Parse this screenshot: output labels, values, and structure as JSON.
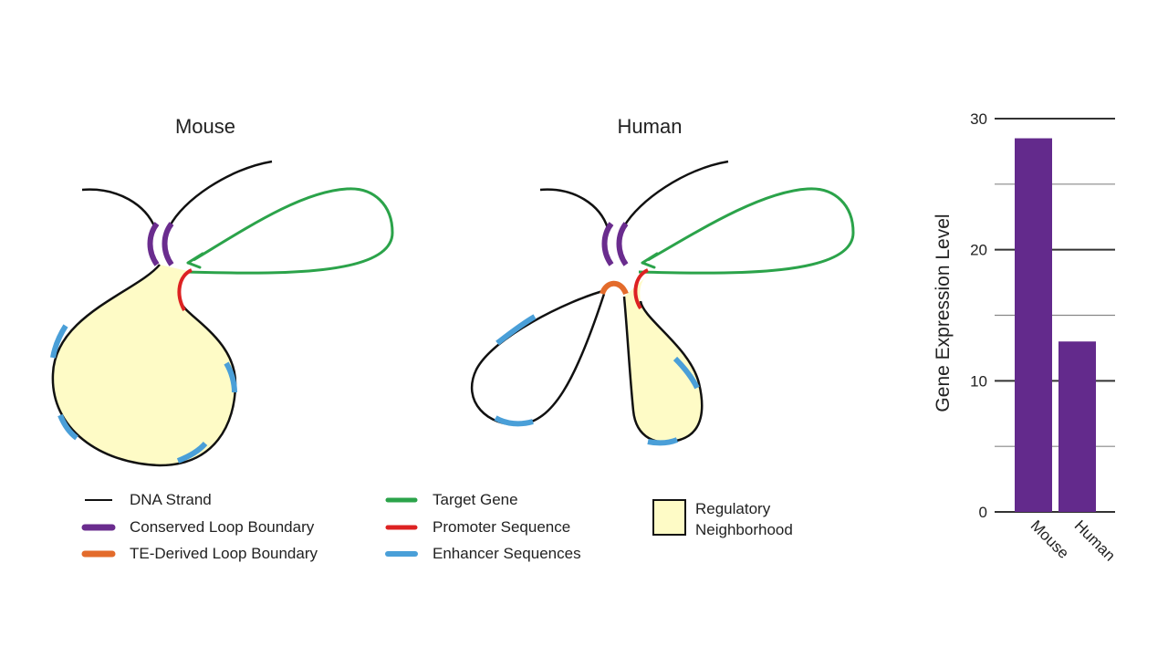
{
  "panels": {
    "mouse_title": "Mouse",
    "human_title": "Human"
  },
  "legend": {
    "items": [
      {
        "label": "DNA Strand",
        "color": "#111111"
      },
      {
        "label": "Conserved Loop Boundary",
        "color": "#6a2c8e"
      },
      {
        "label": "TE-Derived Loop Boundary",
        "color": "#e36b2b"
      },
      {
        "label": "Target Gene",
        "color": "#2ba34a"
      },
      {
        "label": "Promoter Sequence",
        "color": "#dd2222"
      },
      {
        "label": "Enhancer Sequences",
        "color": "#4a9fd8"
      }
    ],
    "box_line1": "Regulatory",
    "box_line2": "Neighborhood",
    "box_color": "#fefbc6"
  },
  "chart_data": {
    "type": "bar",
    "categories": [
      "Mouse",
      "Human"
    ],
    "values": [
      28.5,
      13
    ],
    "ylabel": "Gene Expression Level",
    "ylim": [
      0,
      30
    ],
    "yticks": [
      0,
      10,
      20,
      30
    ],
    "bar_color": "#632a8c",
    "grid": true
  }
}
